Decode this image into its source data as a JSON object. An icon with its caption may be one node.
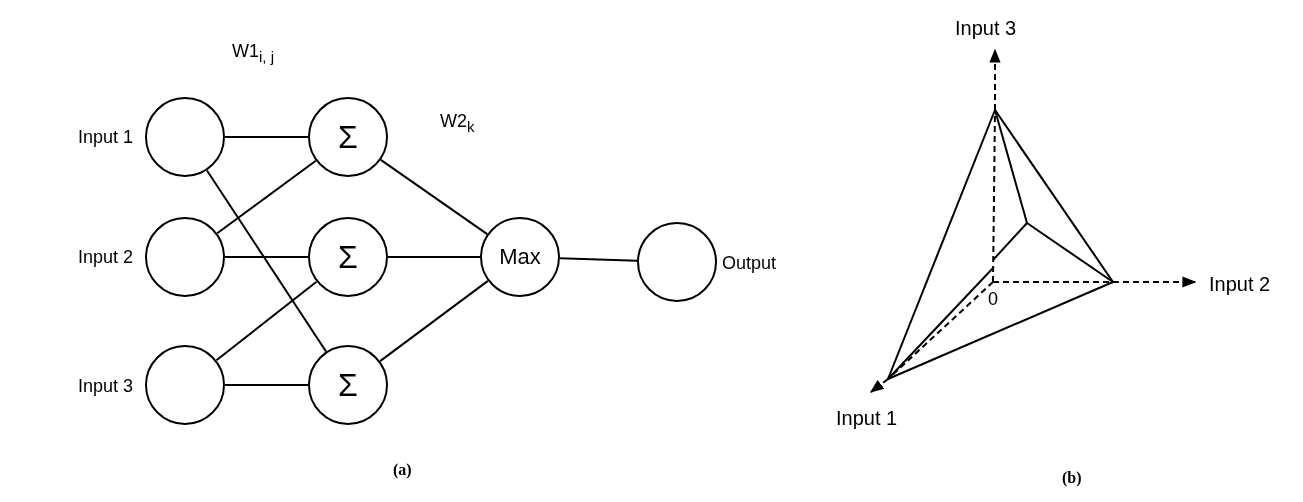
{
  "diagram": {
    "nodes": [
      {
        "text": [],
        "shape": "circle",
        "beside": [
          "Input 1"
        ]
      },
      {
        "text": [],
        "shape": "circle",
        "beside": [
          "Input 2"
        ]
      },
      {
        "text": [],
        "shape": "circle",
        "beside": [
          "Input 3"
        ]
      },
      {
        "text": [
          "Σ"
        ]
      },
      {
        "text": [
          "Σ"
        ]
      },
      {
        "text": [
          "Σ"
        ]
      },
      {
        "text": [
          "Max"
        ]
      },
      {
        "text": [],
        "shape": "circle",
        "beside": [
          "Output"
        ]
      }
    ],
    "edges": [
      {
        "from": 0,
        "to": 3,
        "arrow": "none"
      },
      {
        "from": 0,
        "to": 5,
        "arrow": "none"
      },
      {
        "from": 1,
        "to": 3,
        "arrow": "none"
      },
      {
        "from": 1,
        "to": 4,
        "arrow": "none"
      },
      {
        "from": 2,
        "to": 4,
        "arrow": "none"
      },
      {
        "from": 2,
        "to": 5,
        "arrow": "none"
      },
      {
        "from": 3,
        "to": 6,
        "arrow": "none"
      },
      {
        "from": 4,
        "to": 6,
        "arrow": "none"
      },
      {
        "from": 5,
        "to": 6,
        "arrow": "none"
      },
      {
        "from": 6,
        "to": 7,
        "arrow": "none"
      }
    ],
    "labels": [
      "W1$_{i, j}$",
      "W2$_{k}$",
      "(a)",
      "Input 3",
      "Input 2",
      "0",
      "Input 1",
      "(b)"
    ]
  }
}
